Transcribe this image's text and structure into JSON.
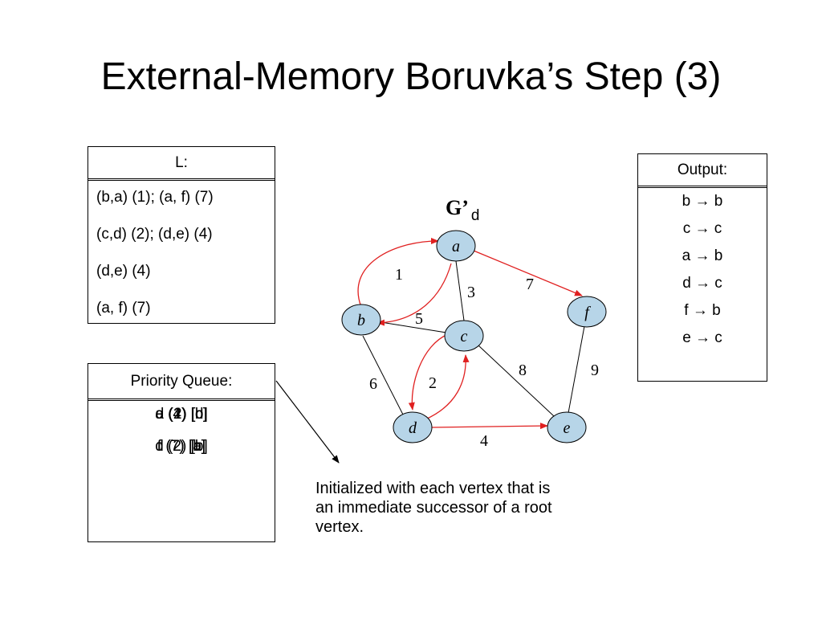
{
  "title": "External-Memory Boruvka’s Step (3)",
  "l_box": {
    "header": "L:",
    "items": [
      "(b,a) (1); (a, f) (7)",
      "(c,d) (2); (d,e) (4)",
      "(d,e) (4)",
      "(a, f) (7)"
    ]
  },
  "priority_queue": {
    "header": "Priority Queue:",
    "rows": [
      [
        "a (1) [b]",
        "d (2) [c]",
        "e (4) [d]"
      ],
      [
        "f (7) [a]",
        "d (2) [b]",
        "t (7) [b]"
      ]
    ]
  },
  "output": {
    "header": "Output:",
    "items": [
      "b → b",
      "c → c",
      "a → b",
      "d → c",
      "f → b",
      "e → c"
    ]
  },
  "graph": {
    "title_main": "G’",
    "title_sub": "d",
    "node_labels": {
      "a": "a",
      "b": "b",
      "c": "c",
      "d": "d",
      "e": "e",
      "f": "f"
    },
    "edge_labels": {
      "ba": "1",
      "ac": "3",
      "af": "7",
      "bc": "5",
      "bd": "6",
      "cd": "2",
      "ce": "8",
      "fe": "9",
      "de": "4"
    },
    "colors": {
      "node_fill": "#b7d5e8",
      "edge": "#000000",
      "highlight": "#e02020"
    }
  },
  "note": "Initialized with each vertex that is an immediate successor of a root vertex."
}
